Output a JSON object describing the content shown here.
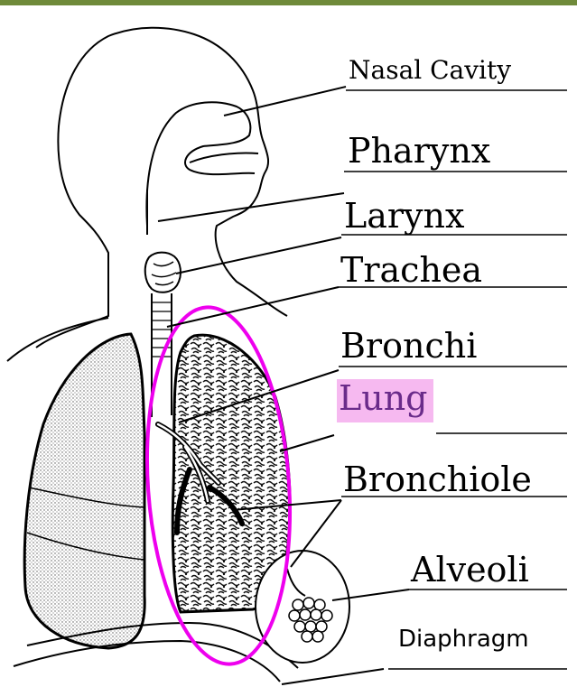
{
  "labels": {
    "nasal_cavity": "Nasal Cavity",
    "pharynx": "Pharynx",
    "larynx": "Larynx",
    "trachea": "Trachea",
    "bronchi": "Bronchi",
    "lung": "Lung",
    "bronchiole": "Bronchiole",
    "alveoli": "Alveoli",
    "diaphragm": "Diaphragm"
  },
  "colors": {
    "header_bar": "#6f8a3a",
    "lung_highlight_bg": "#f6b9f0",
    "lung_text": "#6a2b8a",
    "lung_outline_ellipse": "#ee00ee"
  }
}
